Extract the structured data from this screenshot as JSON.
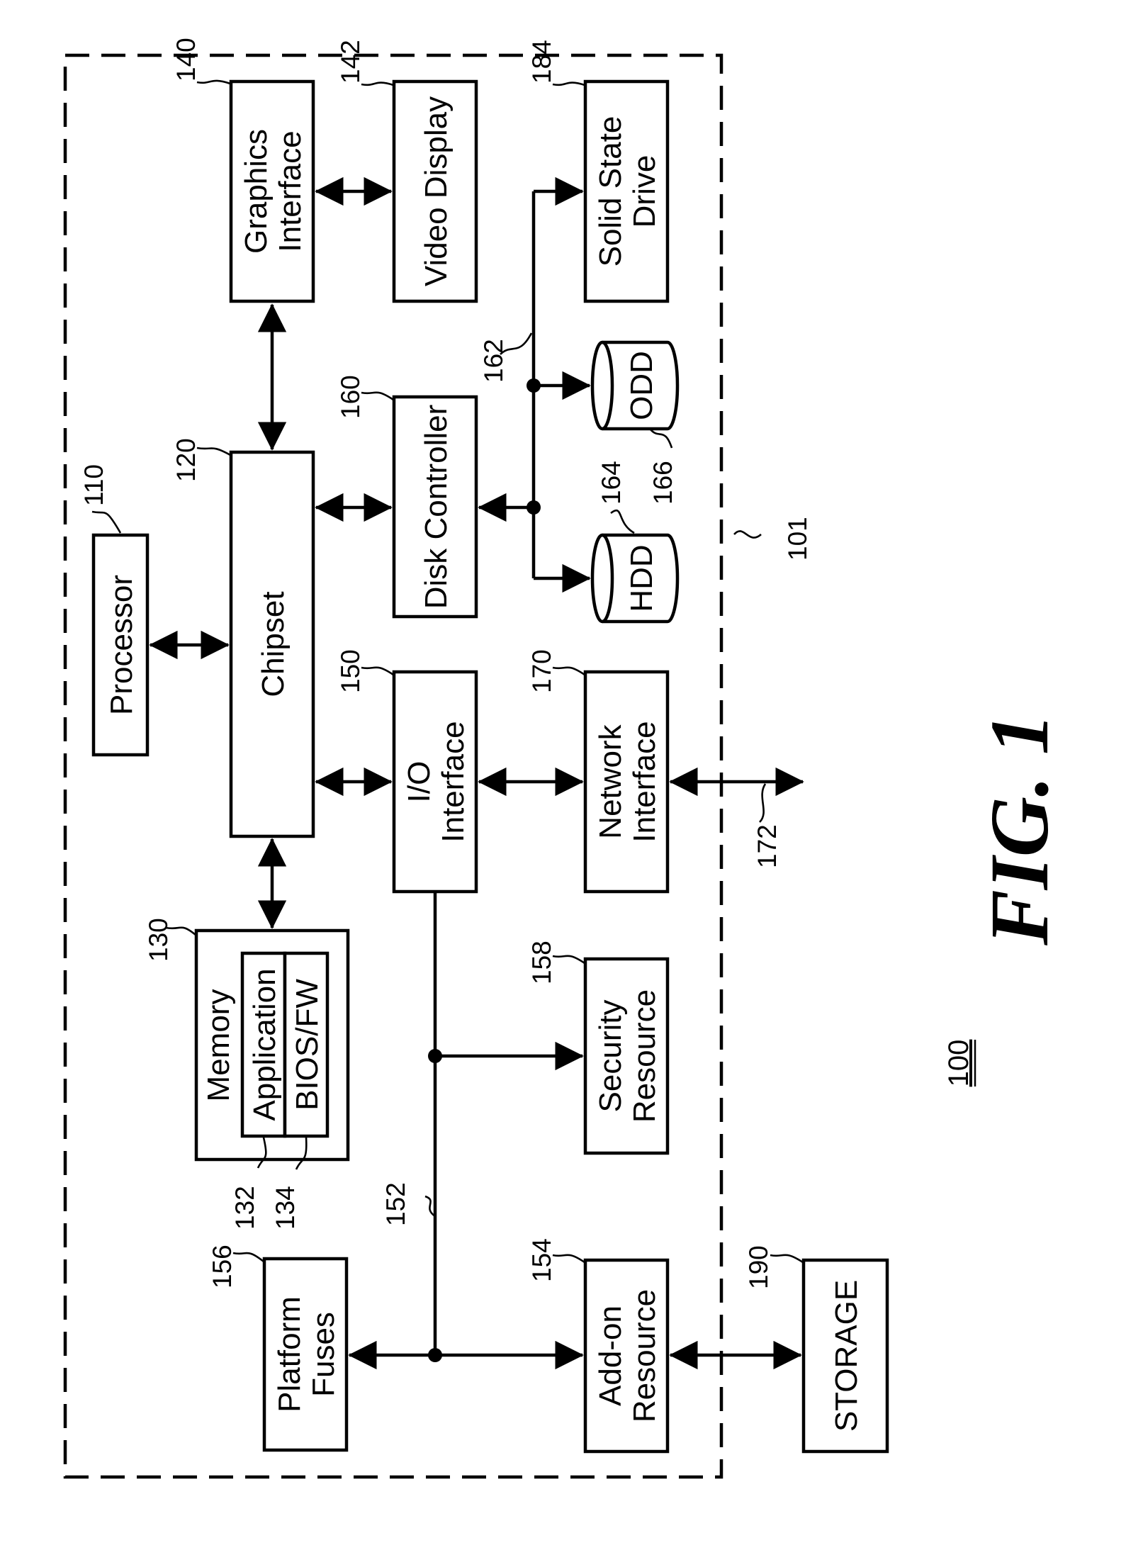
{
  "figure_title": "FIG. 1",
  "system_ref": "100",
  "enclosure_ref": "101",
  "blocks": {
    "processor": {
      "ref": "110",
      "lines": [
        "Processor"
      ]
    },
    "chipset": {
      "ref": "120",
      "lines": [
        "Chipset"
      ]
    },
    "memory": {
      "ref": "130",
      "lines": [
        "Memory"
      ]
    },
    "application": {
      "ref": "132",
      "lines": [
        "Application"
      ]
    },
    "bios_fw": {
      "ref": "134",
      "lines": [
        "BIOS/FW"
      ]
    },
    "graphics_interface": {
      "ref": "140",
      "lines": [
        "Graphics",
        "Interface"
      ]
    },
    "video_display": {
      "ref": "142",
      "lines": [
        "Video Display"
      ]
    },
    "io_interface": {
      "ref": "150",
      "lines": [
        "I/O",
        "Interface"
      ]
    },
    "io_bus": {
      "ref": "152"
    },
    "addon_resource": {
      "ref": "154",
      "lines": [
        "Add-on",
        "Resource"
      ]
    },
    "platform_fuses": {
      "ref": "156",
      "lines": [
        "Platform",
        "Fuses"
      ]
    },
    "security_resource": {
      "ref": "158",
      "lines": [
        "Security",
        "Resource"
      ]
    },
    "disk_controller": {
      "ref": "160",
      "lines": [
        "Disk Controller"
      ]
    },
    "disk_bus": {
      "ref": "162"
    },
    "hdd": {
      "ref": "164",
      "lines": [
        "HDD"
      ]
    },
    "odd": {
      "ref": "166",
      "lines": [
        "ODD"
      ]
    },
    "network_interface": {
      "ref": "170",
      "lines": [
        "Network",
        "Interface"
      ]
    },
    "network_channel": {
      "ref": "172"
    },
    "solid_state_drive": {
      "ref": "184",
      "lines": [
        "Solid State",
        "Drive"
      ]
    },
    "storage": {
      "ref": "190",
      "lines": [
        "STORAGE"
      ]
    }
  }
}
